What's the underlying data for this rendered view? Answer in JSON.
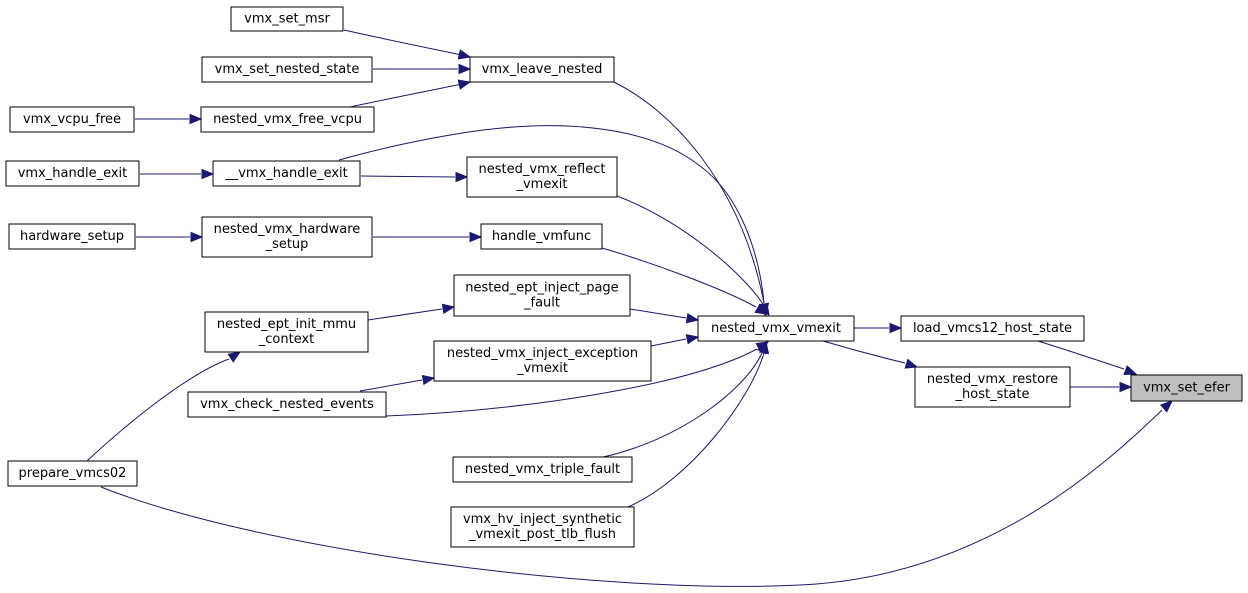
{
  "graph": {
    "target": "vmx_set_efer",
    "nodes": {
      "vmx_set_msr": [
        "vmx_set_msr"
      ],
      "vmx_set_nested_state": [
        "vmx_set_nested_state"
      ],
      "vmx_leave_nested": [
        "vmx_leave_nested"
      ],
      "vmx_vcpu_free": [
        "vmx_vcpu_free"
      ],
      "nested_vmx_free_vcpu": [
        "nested_vmx_free_vcpu"
      ],
      "vmx_handle_exit": [
        "vmx_handle_exit"
      ],
      "__vmx_handle_exit": [
        "__vmx_handle_exit"
      ],
      "nested_vmx_reflect_vmexit": [
        "nested_vmx_reflect",
        "_vmexit"
      ],
      "hardware_setup": [
        "hardware_setup"
      ],
      "nested_vmx_hardware_setup": [
        "nested_vmx_hardware",
        "_setup"
      ],
      "handle_vmfunc": [
        "handle_vmfunc"
      ],
      "nested_ept_inject_page_fault": [
        "nested_ept_inject_page",
        "_fault"
      ],
      "nested_ept_init_mmu_context": [
        "nested_ept_init_mmu",
        "_context"
      ],
      "nested_vmx_vmexit": [
        "nested_vmx_vmexit"
      ],
      "load_vmcs12_host_state": [
        "load_vmcs12_host_state"
      ],
      "nested_vmx_inject_exception_vmexit": [
        "nested_vmx_inject_exception",
        "_vmexit"
      ],
      "nested_vmx_restore_host_state": [
        "nested_vmx_restore",
        "_host_state"
      ],
      "vmx_set_efer": [
        "vmx_set_efer"
      ],
      "vmx_check_nested_events": [
        "vmx_check_nested_events"
      ],
      "prepare_vmcs02": [
        "prepare_vmcs02"
      ],
      "nested_vmx_triple_fault": [
        "nested_vmx_triple_fault"
      ],
      "vmx_hv_inject_synthetic_vmexit_post_tlb_flush": [
        "vmx_hv_inject_synthetic",
        "_vmexit_post_tlb_flush"
      ]
    },
    "edges": [
      [
        "vmx_set_msr",
        "vmx_leave_nested"
      ],
      [
        "vmx_set_nested_state",
        "vmx_leave_nested"
      ],
      [
        "nested_vmx_free_vcpu",
        "vmx_leave_nested"
      ],
      [
        "vmx_vcpu_free",
        "nested_vmx_free_vcpu"
      ],
      [
        "vmx_handle_exit",
        "__vmx_handle_exit"
      ],
      [
        "__vmx_handle_exit",
        "nested_vmx_reflect_vmexit"
      ],
      [
        "__vmx_handle_exit",
        "nested_vmx_vmexit"
      ],
      [
        "hardware_setup",
        "nested_vmx_hardware_setup"
      ],
      [
        "nested_vmx_hardware_setup",
        "handle_vmfunc"
      ],
      [
        "vmx_leave_nested",
        "nested_vmx_vmexit"
      ],
      [
        "nested_vmx_reflect_vmexit",
        "nested_vmx_vmexit"
      ],
      [
        "handle_vmfunc",
        "nested_vmx_vmexit"
      ],
      [
        "nested_ept_inject_page_fault",
        "nested_vmx_vmexit"
      ],
      [
        "nested_ept_init_mmu_context",
        "nested_ept_inject_page_fault"
      ],
      [
        "prepare_vmcs02",
        "nested_ept_init_mmu_context"
      ],
      [
        "nested_vmx_inject_exception_vmexit",
        "nested_vmx_vmexit"
      ],
      [
        "vmx_check_nested_events",
        "nested_vmx_inject_exception_vmexit"
      ],
      [
        "vmx_check_nested_events",
        "nested_vmx_vmexit"
      ],
      [
        "nested_vmx_triple_fault",
        "nested_vmx_vmexit"
      ],
      [
        "vmx_hv_inject_synthetic_vmexit_post_tlb_flush",
        "nested_vmx_vmexit"
      ],
      [
        "nested_vmx_vmexit",
        "load_vmcs12_host_state"
      ],
      [
        "nested_vmx_vmexit",
        "nested_vmx_restore_host_state"
      ],
      [
        "load_vmcs12_host_state",
        "vmx_set_efer"
      ],
      [
        "nested_vmx_restore_host_state",
        "vmx_set_efer"
      ],
      [
        "prepare_vmcs02",
        "vmx_set_efer"
      ]
    ]
  },
  "colors": {
    "edge": "#191970",
    "node_border": "#000000",
    "node_fill": "#ffffff",
    "highlight_fill": "#bfbfbf"
  }
}
